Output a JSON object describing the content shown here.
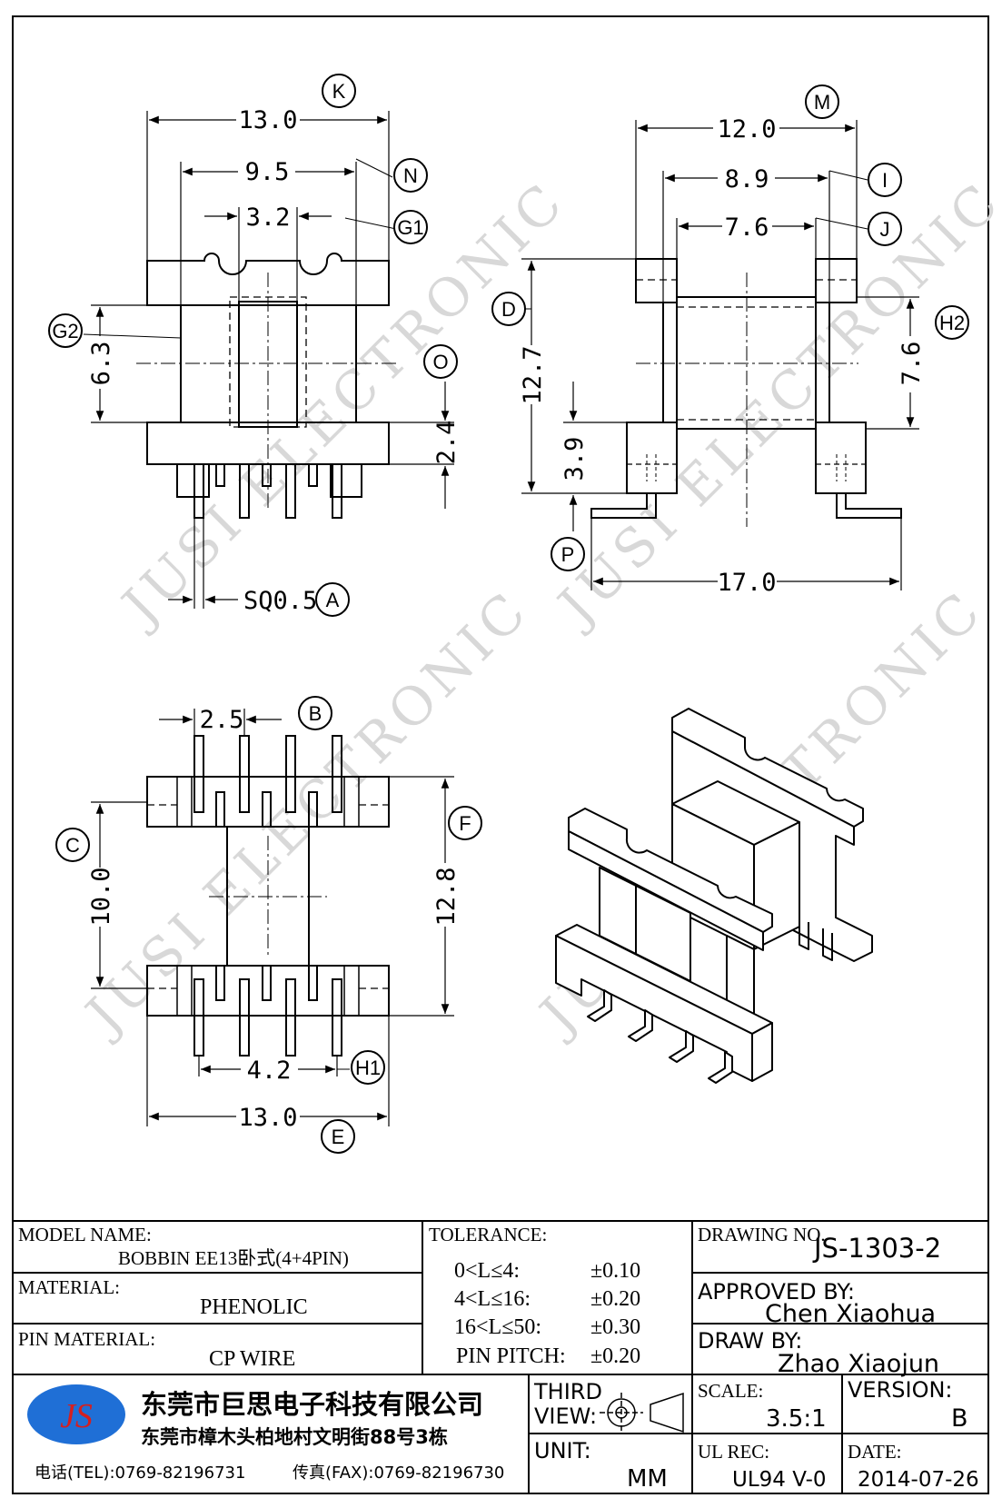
{
  "views": {
    "top_left": {
      "dims": {
        "d1": "13.0",
        "d2": "9.5",
        "d3": "3.2",
        "d4": "6.3",
        "d5": "2.4",
        "d6": "SQ0.5"
      },
      "callouts": {
        "c1": "K",
        "c2": "N",
        "c3": "G1",
        "c4": "G2",
        "c5": "O",
        "c6": "A"
      }
    },
    "top_right": {
      "dims": {
        "d1": "12.0",
        "d2": "8.9",
        "d3": "7.6",
        "d4": "12.7",
        "d5": "3.9",
        "d6": "7.6",
        "d7": "17.0"
      },
      "callouts": {
        "c1": "M",
        "c2": "I",
        "c3": "J",
        "c4": "D",
        "c5": "H2",
        "c6": "P"
      }
    },
    "bottom_left": {
      "dims": {
        "d1": "2.5",
        "d2": "10.0",
        "d3": "12.8",
        "d4": "4.2",
        "d5": "13.0"
      },
      "callouts": {
        "c1": "B",
        "c2": "C",
        "c3": "F",
        "c4": "H1",
        "c5": "E"
      }
    }
  },
  "watermark": "JUSI ELECTRONIC",
  "title_block": {
    "model_name_label": "MODEL NAME:",
    "model_name_value": "BOBBIN EE13卧式(4+4PIN)",
    "material_label": "MATERIAL:",
    "material_value": "PHENOLIC",
    "pin_material_label": "PIN MATERIAL:",
    "pin_material_value": "CP WIRE",
    "tolerance_label": "TOLERANCE:",
    "tolerance_rows": [
      {
        "range": "0<L≤4:",
        "value": "±0.10"
      },
      {
        "range": "4<L≤16:",
        "value": "±0.20"
      },
      {
        "range": "16<L≤50:",
        "value": "±0.30"
      },
      {
        "range": "PIN PITCH:",
        "value": "±0.20"
      }
    ],
    "drawing_no_label": "DRAWING NO.",
    "drawing_no_value": "JS-1303-2",
    "approved_label": "APPROVED BY:",
    "approved_value": "Chen Xiaohua",
    "draw_label": "DRAW BY:",
    "draw_value": "Zhao Xiaojun",
    "logo_text": "JS",
    "company_name": "东莞市巨思电子科技有限公司",
    "company_address": "东莞市樟木头柏地村文明街88号3栋",
    "tel": "电话(TEL):0769-82196731",
    "fax": "传真(FAX):0769-82196730",
    "third_view_line1": "THIRD",
    "third_view_line2": "VIEW:",
    "unit_label": "UNIT:",
    "unit_value": "MM",
    "scale_label": "SCALE:",
    "scale_value": "3.5:1",
    "version_label": "VERSION:",
    "version_value": "B",
    "ul_label": "UL REC:",
    "ul_value": "UL94 V-0",
    "date_label": "DATE:",
    "date_value": "2014-07-26"
  },
  "colors": {
    "line": "#000000",
    "logo_fill": "#1f6fd6",
    "logo_text": "#d42020",
    "watermark": "#d8d8d8"
  }
}
